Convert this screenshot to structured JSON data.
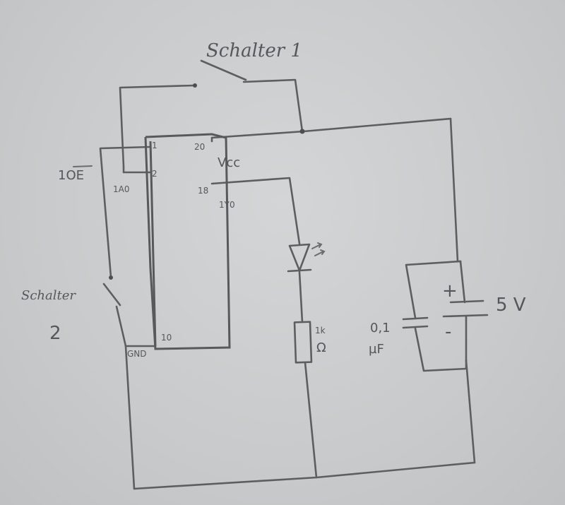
{
  "labels": {
    "switch1": "Schalter 1",
    "switch2_line1": "Schalter",
    "switch2_line2": "2",
    "oe": "1OE",
    "a0": "1A0",
    "vcc": "Vcc",
    "y0": "1Y0",
    "gnd": "GND",
    "pin1": "1",
    "pin2": "2",
    "pin20": "20",
    "pin18": "18",
    "pin10": "10",
    "resistor_value": "1k",
    "resistor_unit": "Ω",
    "cap_value": "0,1",
    "cap_unit": "µF",
    "battery_voltage": "5 V",
    "plus": "+",
    "minus": "-"
  }
}
